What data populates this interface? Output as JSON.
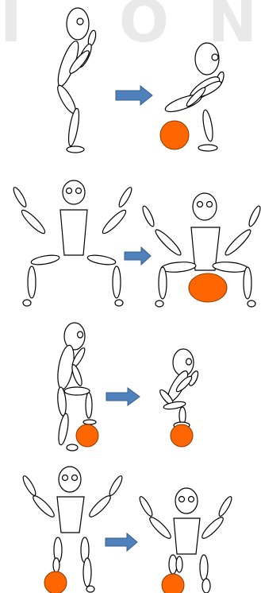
{
  "watermark": {
    "letters": [
      "I",
      "O",
      "N"
    ],
    "color": "#e9e9e9"
  },
  "colors": {
    "ball_fill": "#ff6600",
    "ball_stroke": "#8a3a00",
    "arrow_fill": "#4f81bd",
    "arrow_stroke": "#385d8a",
    "figure_stroke": "#000000",
    "figure_fill": "#ffffff"
  },
  "rows": [
    {
      "name": "squat-side-view",
      "from": "standing",
      "to": "squatting-on-ball"
    },
    {
      "name": "wide-squat-front-view",
      "from": "standing-wide",
      "to": "sitting-on-ball"
    },
    {
      "name": "lunge-side-view",
      "from": "standing-foot-on-ball",
      "to": "kneeling-on-ball"
    },
    {
      "name": "single-leg-front-view",
      "from": "standing-one-leg",
      "to": "kneeling-on-ball"
    }
  ]
}
